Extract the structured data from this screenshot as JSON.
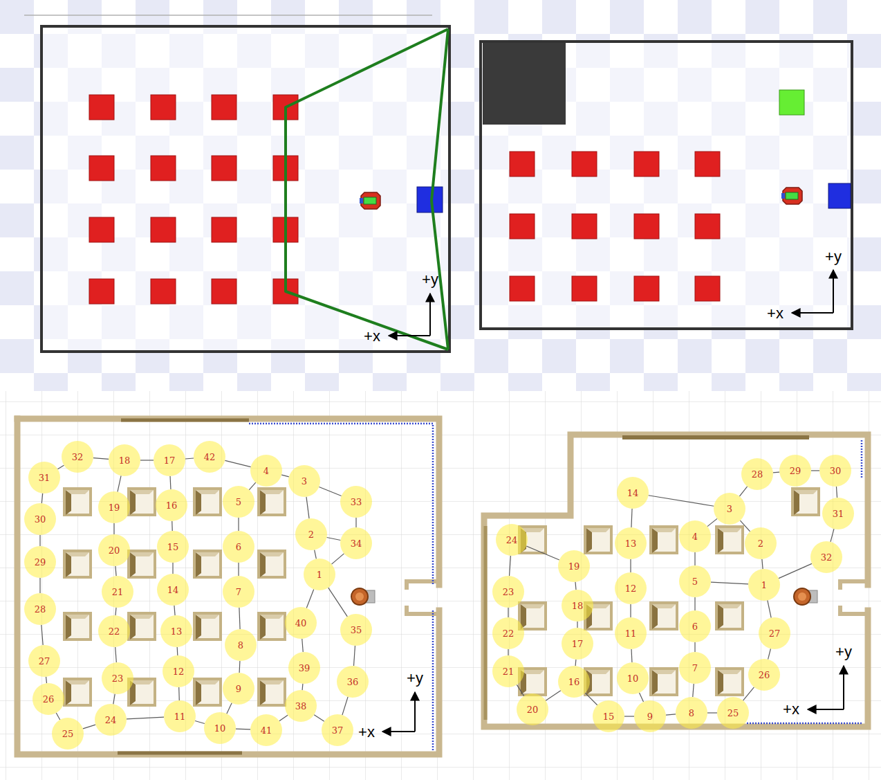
{
  "diagram": {
    "nodes": [
      {
        "text": [
          "1"
        ]
      },
      {
        "text": [
          "2"
        ]
      },
      {
        "text": [
          "3"
        ]
      },
      {
        "text": [
          "4"
        ]
      },
      {
        "text": [
          "5"
        ]
      },
      {
        "text": [
          "6"
        ]
      },
      {
        "text": [
          "7"
        ]
      },
      {
        "text": [
          "8"
        ]
      },
      {
        "text": [
          "9"
        ]
      },
      {
        "text": [
          "10"
        ]
      },
      {
        "text": [
          "11"
        ]
      },
      {
        "text": [
          "12"
        ]
      },
      {
        "text": [
          "13"
        ]
      },
      {
        "text": [
          "14"
        ]
      },
      {
        "text": [
          "15"
        ]
      },
      {
        "text": [
          "16"
        ]
      },
      {
        "text": [
          "17"
        ]
      },
      {
        "text": [
          "18"
        ]
      },
      {
        "text": [
          "19"
        ]
      },
      {
        "text": [
          "20"
        ]
      },
      {
        "text": [
          "21"
        ]
      },
      {
        "text": [
          "22"
        ]
      },
      {
        "text": [
          "23"
        ]
      },
      {
        "text": [
          "24"
        ]
      },
      {
        "text": [
          "25"
        ]
      },
      {
        "text": [
          "26"
        ]
      },
      {
        "text": [
          "27"
        ]
      },
      {
        "text": [
          "28"
        ]
      },
      {
        "text": [
          "29"
        ]
      },
      {
        "text": [
          "30"
        ]
      },
      {
        "text": [
          "31"
        ]
      },
      {
        "text": [
          "32"
        ]
      },
      {
        "text": [
          "33"
        ]
      },
      {
        "text": [
          "34"
        ]
      },
      {
        "text": [
          "35"
        ]
      },
      {
        "text": [
          "36"
        ]
      },
      {
        "text": [
          "37"
        ]
      },
      {
        "text": [
          "38"
        ]
      },
      {
        "text": [
          "39"
        ]
      },
      {
        "text": [
          "40"
        ]
      },
      {
        "text": [
          "41"
        ]
      },
      {
        "text": [
          "42"
        ]
      },
      {
        "text": [
          "1"
        ]
      },
      {
        "text": [
          "2"
        ]
      },
      {
        "text": [
          "3"
        ]
      },
      {
        "text": [
          "4"
        ]
      },
      {
        "text": [
          "5"
        ]
      },
      {
        "text": [
          "6"
        ]
      },
      {
        "text": [
          "7"
        ]
      },
      {
        "text": [
          "8"
        ]
      },
      {
        "text": [
          "9"
        ]
      },
      {
        "text": [
          "10"
        ]
      },
      {
        "text": [
          "11"
        ]
      },
      {
        "text": [
          "12"
        ]
      },
      {
        "text": [
          "13"
        ]
      },
      {
        "text": [
          "14"
        ]
      },
      {
        "text": [
          "15"
        ]
      },
      {
        "text": [
          "16"
        ]
      },
      {
        "text": [
          "17"
        ]
      },
      {
        "text": [
          "18"
        ]
      },
      {
        "text": [
          "19"
        ]
      },
      {
        "text": [
          "20"
        ]
      },
      {
        "text": [
          "21"
        ]
      },
      {
        "text": [
          "22"
        ]
      },
      {
        "text": [
          "23"
        ]
      },
      {
        "text": [
          "24"
        ]
      },
      {
        "text": [
          "25"
        ]
      },
      {
        "text": [
          "26"
        ]
      },
      {
        "text": [
          "27"
        ]
      },
      {
        "text": [
          "28"
        ]
      },
      {
        "text": [
          "29"
        ]
      },
      {
        "text": [
          "30"
        ]
      },
      {
        "text": [
          "31"
        ]
      },
      {
        "text": [
          "32"
        ]
      }
    ],
    "edges": [
      {
        "from": 0,
        "to": 1,
        "arrow": "none"
      },
      {
        "from": 1,
        "to": 2,
        "arrow": "none"
      },
      {
        "from": 2,
        "to": 3,
        "arrow": "none"
      },
      {
        "from": 3,
        "to": 4,
        "arrow": "none"
      },
      {
        "from": 4,
        "to": 5,
        "arrow": "none"
      },
      {
        "from": 5,
        "to": 6,
        "arrow": "none"
      },
      {
        "from": 6,
        "to": 7,
        "arrow": "none"
      },
      {
        "from": 7,
        "to": 8,
        "arrow": "none"
      },
      {
        "from": 8,
        "to": 9,
        "arrow": "none"
      },
      {
        "from": 9,
        "to": 10,
        "arrow": "none"
      },
      {
        "from": 10,
        "to": 11,
        "arrow": "none"
      },
      {
        "from": 11,
        "to": 12,
        "arrow": "none"
      },
      {
        "from": 12,
        "to": 13,
        "arrow": "none"
      },
      {
        "from": 13,
        "to": 14,
        "arrow": "none"
      },
      {
        "from": 14,
        "to": 15,
        "arrow": "none"
      },
      {
        "from": 15,
        "to": 16,
        "arrow": "none"
      },
      {
        "from": 16,
        "to": 17,
        "arrow": "none"
      },
      {
        "from": 17,
        "to": 18,
        "arrow": "none"
      },
      {
        "from": 18,
        "to": 19,
        "arrow": "none"
      },
      {
        "from": 19,
        "to": 20,
        "arrow": "none"
      },
      {
        "from": 20,
        "to": 21,
        "arrow": "none"
      },
      {
        "from": 21,
        "to": 22,
        "arrow": "none"
      },
      {
        "from": 22,
        "to": 23,
        "arrow": "none"
      },
      {
        "from": 23,
        "to": 24,
        "arrow": "none"
      },
      {
        "from": 24,
        "to": 25,
        "arrow": "none"
      },
      {
        "from": 25,
        "to": 26,
        "arrow": "none"
      },
      {
        "from": 26,
        "to": 27,
        "arrow": "none"
      },
      {
        "from": 27,
        "to": 28,
        "arrow": "none"
      },
      {
        "from": 28,
        "to": 29,
        "arrow": "none"
      },
      {
        "from": 29,
        "to": 30,
        "arrow": "none"
      },
      {
        "from": 30,
        "to": 31,
        "arrow": "none"
      },
      {
        "from": 31,
        "to": 17,
        "arrow": "none"
      },
      {
        "from": 16,
        "to": 41,
        "arrow": "none"
      },
      {
        "from": 41,
        "to": 3,
        "arrow": "none"
      },
      {
        "from": 2,
        "to": 32,
        "arrow": "none"
      },
      {
        "from": 32,
        "to": 33,
        "arrow": "none"
      },
      {
        "from": 33,
        "to": 1,
        "arrow": "none"
      },
      {
        "from": 33,
        "to": 0,
        "arrow": "none"
      },
      {
        "from": 0,
        "to": 39,
        "arrow": "none"
      },
      {
        "from": 39,
        "to": 38,
        "arrow": "none"
      },
      {
        "from": 38,
        "to": 37,
        "arrow": "none"
      },
      {
        "from": 37,
        "to": 36,
        "arrow": "none"
      },
      {
        "from": 36,
        "to": 35,
        "arrow": "none"
      },
      {
        "from": 35,
        "to": 34,
        "arrow": "none"
      },
      {
        "from": 34,
        "to": 0,
        "arrow": "none"
      },
      {
        "from": 37,
        "to": 40,
        "arrow": "none"
      },
      {
        "from": 40,
        "to": 9,
        "arrow": "none"
      },
      {
        "from": 23,
        "to": 10,
        "arrow": "none"
      },
      {
        "from": 42,
        "to": 43,
        "arrow": "none"
      },
      {
        "from": 43,
        "to": 44,
        "arrow": "none"
      },
      {
        "from": 44,
        "to": 45,
        "arrow": "none"
      },
      {
        "from": 45,
        "to": 46,
        "arrow": "none"
      },
      {
        "from": 46,
        "to": 47,
        "arrow": "none"
      },
      {
        "from": 47,
        "to": 48,
        "arrow": "none"
      },
      {
        "from": 48,
        "to": 49,
        "arrow": "none"
      },
      {
        "from": 49,
        "to": 50,
        "arrow": "none"
      },
      {
        "from": 50,
        "to": 51,
        "arrow": "none"
      },
      {
        "from": 51,
        "to": 52,
        "arrow": "none"
      },
      {
        "from": 52,
        "to": 53,
        "arrow": "none"
      },
      {
        "from": 53,
        "to": 54,
        "arrow": "none"
      },
      {
        "from": 54,
        "to": 55,
        "arrow": "none"
      },
      {
        "from": 55,
        "to": 44,
        "arrow": "none"
      },
      {
        "from": 50,
        "to": 56,
        "arrow": "none"
      },
      {
        "from": 56,
        "to": 57,
        "arrow": "none"
      },
      {
        "from": 57,
        "to": 58,
        "arrow": "none"
      },
      {
        "from": 58,
        "to": 59,
        "arrow": "none"
      },
      {
        "from": 59,
        "to": 60,
        "arrow": "none"
      },
      {
        "from": 60,
        "to": 65,
        "arrow": "none"
      },
      {
        "from": 57,
        "to": 61,
        "arrow": "none"
      },
      {
        "from": 61,
        "to": 62,
        "arrow": "none"
      },
      {
        "from": 62,
        "to": 63,
        "arrow": "none"
      },
      {
        "from": 63,
        "to": 64,
        "arrow": "none"
      },
      {
        "from": 64,
        "to": 65,
        "arrow": "none"
      },
      {
        "from": 49,
        "to": 66,
        "arrow": "none"
      },
      {
        "from": 66,
        "to": 67,
        "arrow": "none"
      },
      {
        "from": 67,
        "to": 68,
        "arrow": "none"
      },
      {
        "from": 68,
        "to": 42,
        "arrow": "none"
      },
      {
        "from": 44,
        "to": 69,
        "arrow": "none"
      },
      {
        "from": 69,
        "to": 70,
        "arrow": "none"
      },
      {
        "from": 70,
        "to": 71,
        "arrow": "none"
      },
      {
        "from": 71,
        "to": 72,
        "arrow": "none"
      },
      {
        "from": 72,
        "to": 73,
        "arrow": "none"
      },
      {
        "from": 73,
        "to": 42,
        "arrow": "none"
      },
      {
        "from": 46,
        "to": 42,
        "arrow": "none"
      }
    ],
    "labels": [
      "+y",
      "+x",
      "+y",
      "+x",
      "+y",
      "+x",
      "+y",
      "+x"
    ]
  }
}
